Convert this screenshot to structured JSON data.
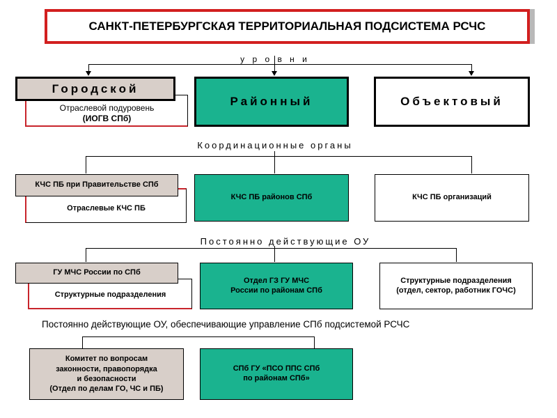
{
  "title": "САНКТ-ПЕТЕРБУРГСКАЯ ТЕРРИТОРИАЛЬНАЯ ПОДСИСТЕМА РСЧС",
  "sections": {
    "levels": "у р о в н и",
    "coordination": "Координационные органы",
    "permanent": "Постоянно действующие ОУ",
    "spb_permanent": "Постоянно действующие ОУ, обеспечивающие управление СПб подсистемой РСЧС"
  },
  "levels": {
    "city": "Городской",
    "city_sub_line1": "Отраслевой подуровень",
    "city_sub_line2": "(ИОГВ СПб)",
    "district": "Районный",
    "object": "Объектовый"
  },
  "coordination": {
    "city": "КЧС ПБ при Правительстве СПб",
    "city_sub": "Отраслевые КЧС ПБ",
    "district": "КЧС ПБ районов СПб",
    "object": "КЧС ПБ организаций"
  },
  "permanent": {
    "city": "ГУ МЧС России по СПб",
    "city_sub": "Структурные подразделения",
    "district_line1": "Отдел ГЗ ГУ МЧС",
    "district_line2": "России по районам СПб",
    "object_line1": "Структурные подразделения",
    "object_line2": "(отдел, сектор, работник ГОЧС)"
  },
  "spb": {
    "committee_line1": "Комитет по вопросам",
    "committee_line2": "законности, правопорядка",
    "committee_line3": "и безопасности",
    "committee_line4": "(Отдел по делам ГО, ЧС и ПБ)",
    "pso_line1": "СПб ГУ «ПСО ППС СПб",
    "pso_line2": "по районам СПб»"
  },
  "colors": {
    "title_border": "#d21f1f",
    "red_accent": "#c8242b",
    "gray_fill": "#d8cfc9",
    "green_fill": "#1ab38f",
    "shadow": "#b9b9b9"
  }
}
